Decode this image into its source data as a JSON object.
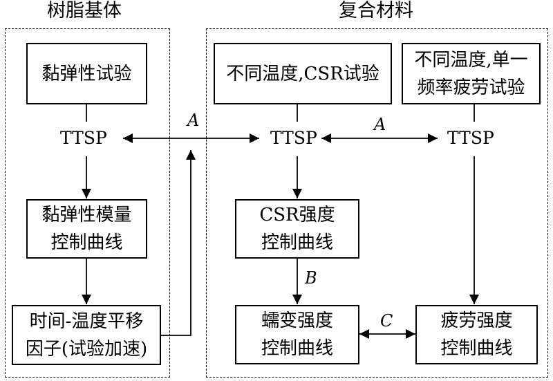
{
  "groups": {
    "resin_title": "树脂基体",
    "composite_title": "复合材料"
  },
  "boxes": {
    "viscoelastic_test": "黏弹性试验",
    "csr_test": "不同温度,CSR试验",
    "fatigue_test": [
      "不同温度,单一",
      "频率疲劳试验"
    ],
    "modulus_curve": [
      "黏弹性模量",
      "控制曲线"
    ],
    "shift_factor": [
      "时间-温度平移",
      "因子(试验加速)"
    ],
    "csr_strength_curve": [
      "CSR强度",
      "控制曲线"
    ],
    "creep_strength_curve": [
      "蠕变强度",
      "控制曲线"
    ],
    "fatigue_strength_curve": [
      "疲劳强度",
      "控制曲线"
    ]
  },
  "nodes": {
    "ttsp_left": "TTSP",
    "ttsp_mid": "TTSP",
    "ttsp_right": "TTSP"
  },
  "edge_labels": {
    "a_upper": "A",
    "a_right": "A",
    "b": "B",
    "c": "C"
  }
}
